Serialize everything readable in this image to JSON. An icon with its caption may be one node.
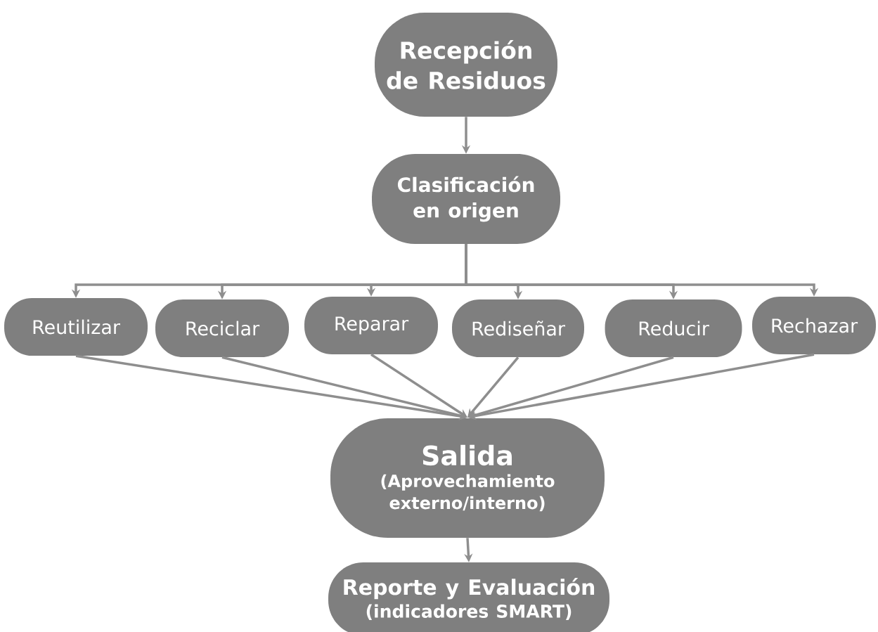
{
  "diagram": {
    "nodes": [
      {
        "text": [
          "Recepción de Residuos"
        ]
      },
      {
        "text": [
          "Clasificación en origen"
        ]
      },
      {
        "text": [
          "Reutilizar"
        ]
      },
      {
        "text": [
          "Reciclar"
        ]
      },
      {
        "text": [
          "Reparar"
        ]
      },
      {
        "text": [
          "Rediseñar"
        ]
      },
      {
        "text": [
          "Reducir"
        ]
      },
      {
        "text": [
          "Rechazar"
        ]
      },
      {
        "text": [
          "Salida",
          "(Aprovechamiento externo/interno)"
        ]
      },
      {
        "text": [
          "Reporte y Evaluación",
          "(indicadores SMART)"
        ]
      }
    ],
    "edges": [
      {
        "from": 0,
        "to": 1,
        "arrow": "to"
      },
      {
        "from": 1,
        "to": 2,
        "arrow": "to"
      },
      {
        "from": 1,
        "to": 3,
        "arrow": "to"
      },
      {
        "from": 1,
        "to": 4,
        "arrow": "to"
      },
      {
        "from": 1,
        "to": 5,
        "arrow": "to"
      },
      {
        "from": 1,
        "to": 6,
        "arrow": "to"
      },
      {
        "from": 1,
        "to": 7,
        "arrow": "to"
      },
      {
        "from": 2,
        "to": 8,
        "arrow": "to"
      },
      {
        "from": 3,
        "to": 8,
        "arrow": "to"
      },
      {
        "from": 4,
        "to": 8,
        "arrow": "to"
      },
      {
        "from": 5,
        "to": 8,
        "arrow": "to"
      },
      {
        "from": 6,
        "to": 8,
        "arrow": "to"
      },
      {
        "from": 7,
        "to": 8,
        "arrow": "to"
      },
      {
        "from": 8,
        "to": 9,
        "arrow": "to"
      }
    ]
  }
}
